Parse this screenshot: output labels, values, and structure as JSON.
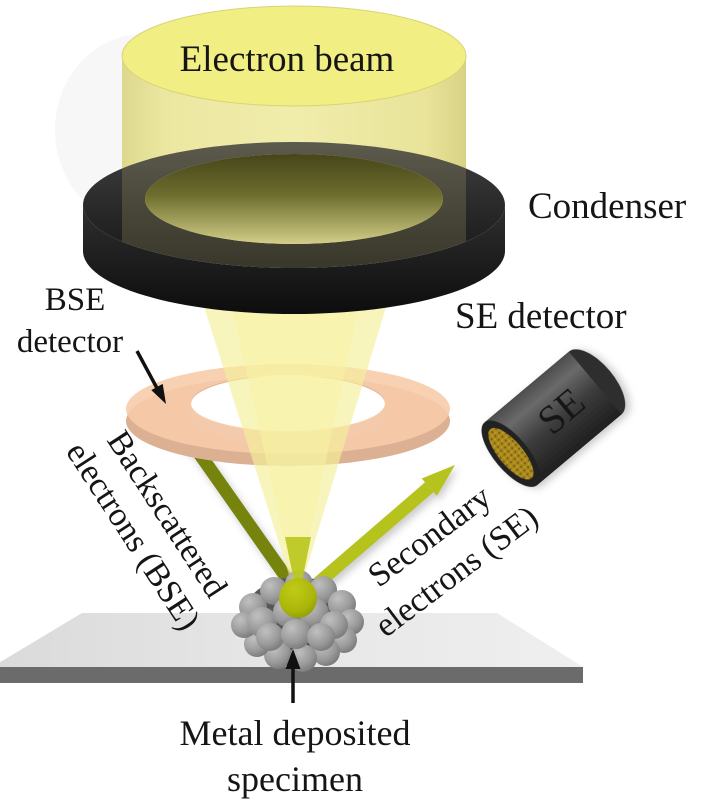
{
  "figure": {
    "type": "sem-detection-schematic",
    "labels": {
      "electron_beam": "Electron beam",
      "condenser": "Condenser",
      "bse_detector_line1": "BSE",
      "bse_detector_line2": "detector",
      "se_detector": "SE detector",
      "se_badge": "SE",
      "backscattered_line1": "Backscattered",
      "backscattered_line2": "electrons (BSE)",
      "secondary_line1": "Secondary",
      "secondary_line2": "electrons (SE)",
      "specimen_line1": "Metal deposited",
      "specimen_line2": "specimen"
    },
    "colors": {
      "beam_body": "#ebe69a",
      "beam_top": "#f1ee84",
      "cone_fill": "rgba(244,240,153,0.66)",
      "cone_core": "rgba(247,243,165,0.55)",
      "condenser_dark": "#1c1c1c",
      "bse_ring_top": "rgba(247,203,170,0.90)",
      "bse_ring_rim": "#dcb193",
      "bse_arrow": "#76840c",
      "se_arrow": "#b5c31d",
      "beam_tip": "#a9b509",
      "detector_body": "#3a3a3a",
      "detector_face_gold": "#a8871f",
      "specimen_gray": "#8f8f8f",
      "platform_top": "#e6e6e6",
      "platform_front": "#6b6b6b",
      "text": "#151515"
    }
  }
}
